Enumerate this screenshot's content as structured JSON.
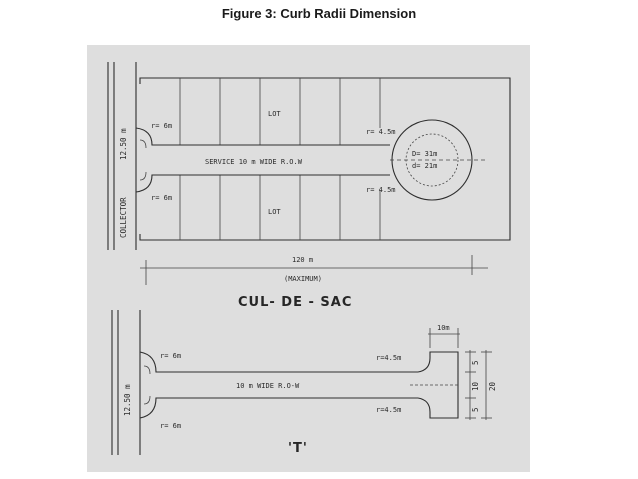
{
  "title": "Figure 3: Curb Radii Dimension",
  "cul_de_sac": {
    "heading": "CUL- DE - SAC",
    "collector_label": "COLLECTOR",
    "collector_width": "12.50 m",
    "road_label": "SERVICE  10 m  WIDE  R.O.W",
    "lot_label_top": "LOT",
    "lot_label_bottom": "LOT",
    "radius_top_left": "r= 6m",
    "radius_bottom_left": "r= 6m",
    "radius_top_right": "r= 4.5m",
    "radius_bottom_right": "r= 4.5m",
    "diameter_outer": "D= 31m",
    "diameter_inner": "d= 21m",
    "length_value": "120 m",
    "length_note": "(MAXIMUM)"
  },
  "tee": {
    "heading": "'T'",
    "collector_width": "12.50 m",
    "road_label": "10 m  WIDE  R.O-W",
    "radius_top_left": "r= 6m",
    "radius_bottom_left": "r= 6m",
    "radius_top_right": "r=4.5m",
    "radius_bottom_right": "r=4.5m",
    "head_width": "10m",
    "dim_5a": "5",
    "dim_10": "10",
    "dim_5b": "5",
    "dim_20": "20"
  }
}
